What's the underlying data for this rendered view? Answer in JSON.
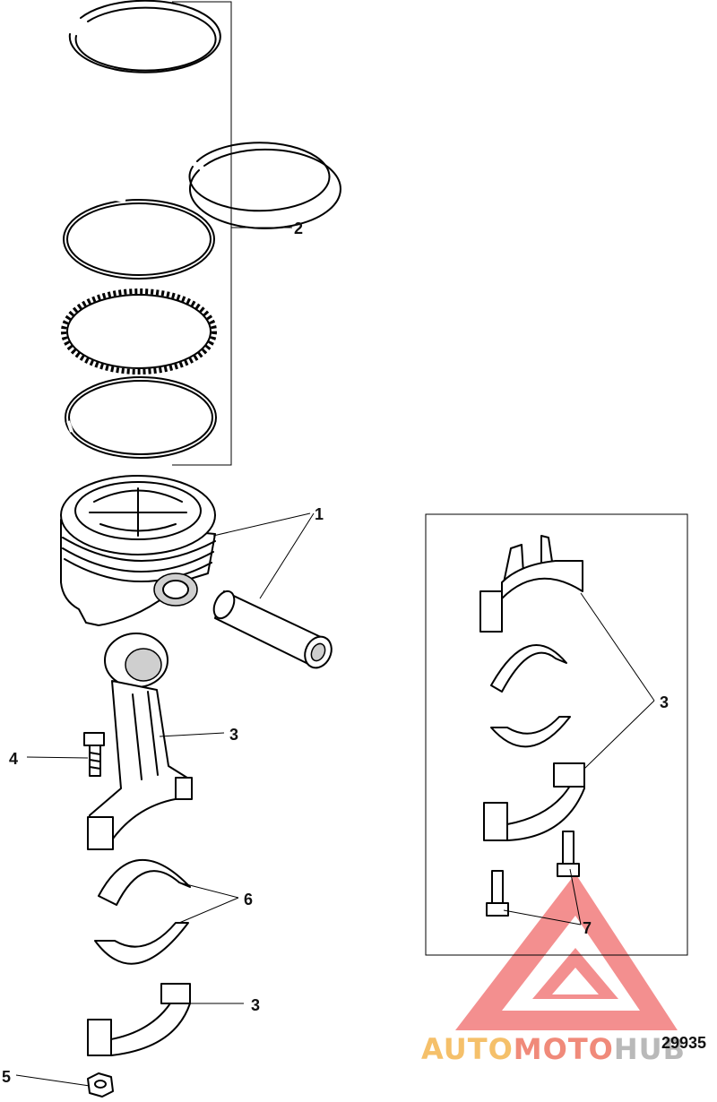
{
  "callouts": {
    "piston": "1",
    "ring_set": "2",
    "rod_main": "3",
    "rod_cap": "3",
    "rod_kit": "3",
    "rod_bolt": "4",
    "nut": "5",
    "bearings": "6",
    "kit_bolts": "7"
  },
  "figure_number": "29935",
  "watermark": {
    "part1": "AUTO",
    "part2": "MOTO",
    "part3": "HUB",
    "color1": "#f5c06a",
    "color2": "#f08a7a",
    "color3": "#b9b9b9",
    "logo_color": "#f06a6a"
  }
}
